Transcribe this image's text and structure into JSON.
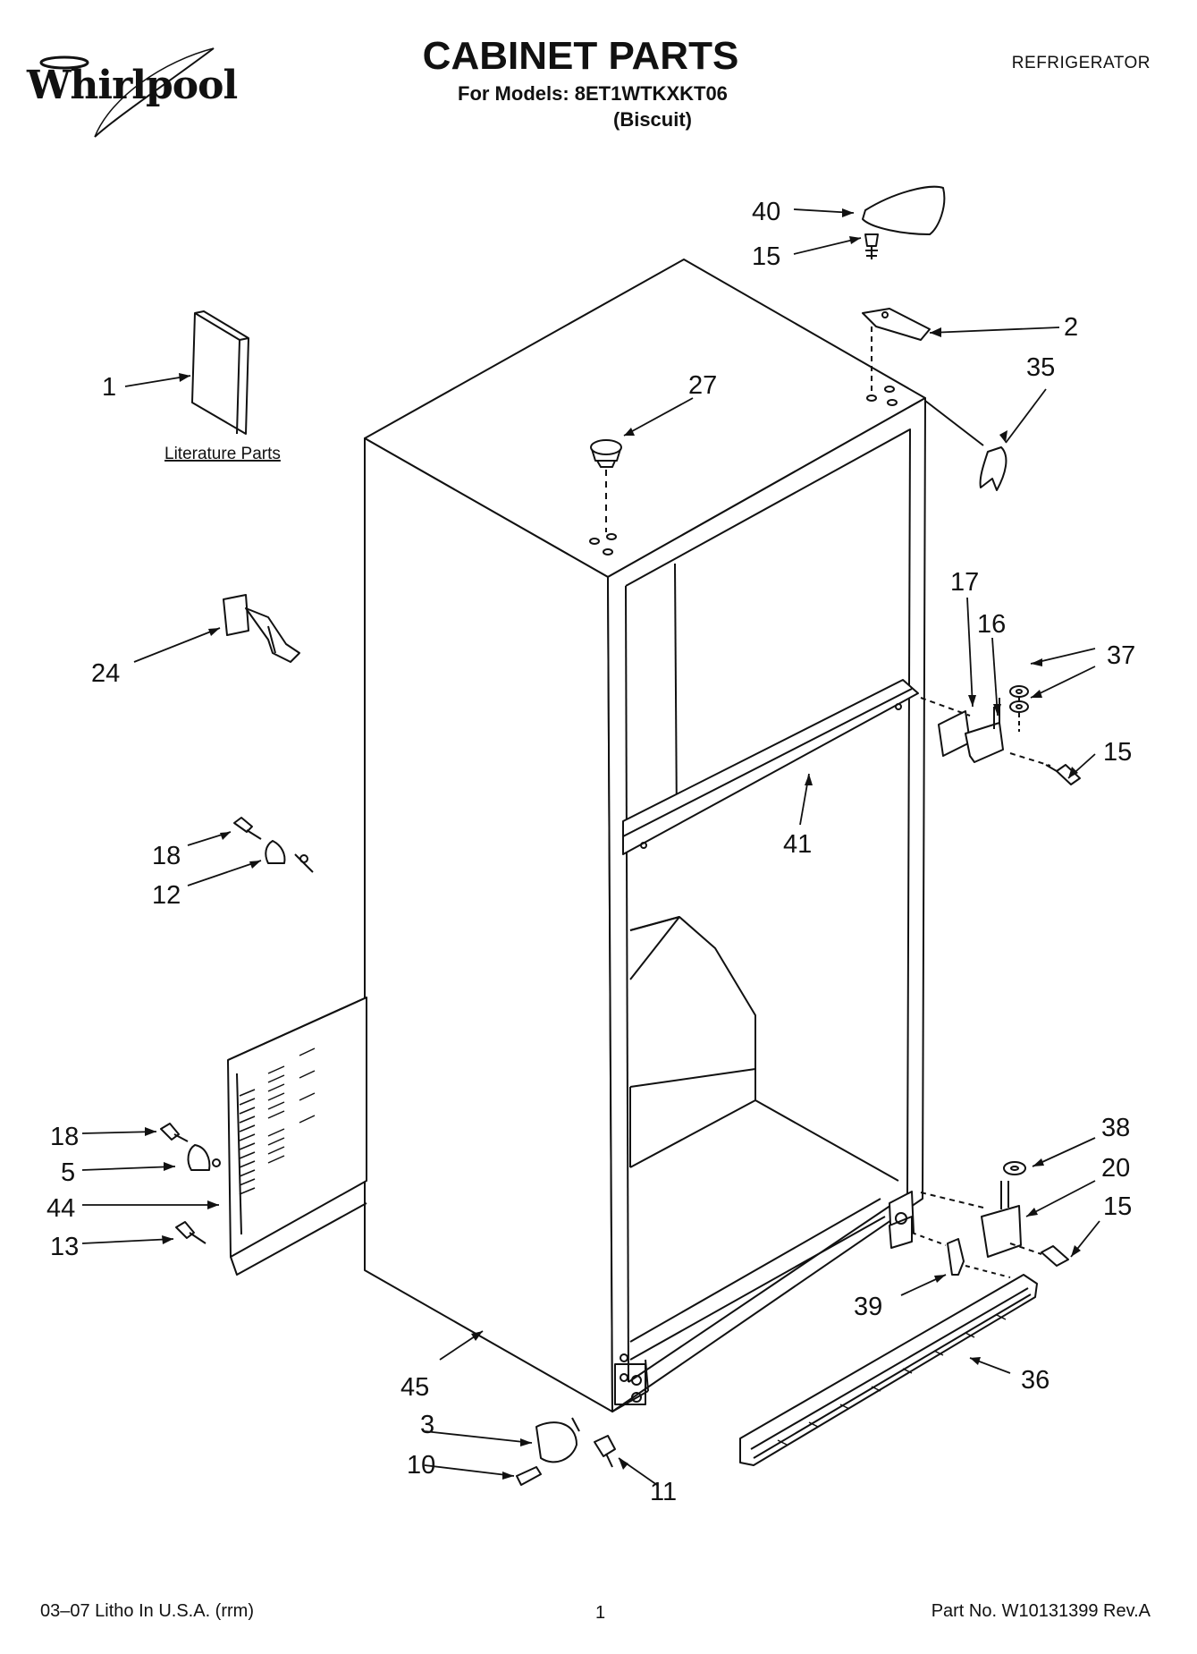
{
  "header": {
    "brand": "Whirlpool",
    "title": "CABINET PARTS",
    "models_line": "For Models: 8ET1WTKXKT06",
    "color_line": "(Biscuit)",
    "category": "REFRIGERATOR"
  },
  "diagram": {
    "literature_label": "Literature Parts",
    "callouts": {
      "c1": "1",
      "c2": "2",
      "c3": "3",
      "c5": "5",
      "c10": "10",
      "c11": "11",
      "c12": "12",
      "c13": "13",
      "c15a": "15",
      "c15b": "15",
      "c15c": "15",
      "c16": "16",
      "c17": "17",
      "c18a": "18",
      "c18b": "18",
      "c20": "20",
      "c24": "24",
      "c27": "27",
      "c35": "35",
      "c36": "36",
      "c37": "37",
      "c38": "38",
      "c39": "39",
      "c40": "40",
      "c41": "41",
      "c44": "44",
      "c45": "45"
    }
  },
  "footer": {
    "litho": "03–07 Litho In U.S.A. (rrm)",
    "page": "1",
    "part_no": "Part No. W10131399 Rev.A"
  }
}
